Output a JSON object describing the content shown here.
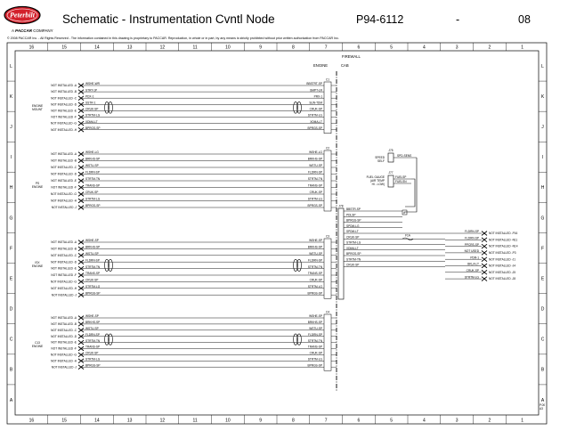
{
  "header": {
    "brand": "Peterbilt",
    "parent_brand_prefix": "A",
    "parent_brand": "PACCAR",
    "parent_brand_suffix": "COMPANY",
    "title": "Schematic - Instrumentation Cvntl Node",
    "part_number": "P94-6112",
    "dash": "-",
    "revision": "08",
    "copyright": "© 2008 PACCAR Inc. - All Rights Reserved - The information contained in this drawing is proprietary to PACCAR. Reproduction, in whole or in part, by any means is strictly prohibited without prior written authorization from PACCAR Inc."
  },
  "grid": {
    "columns": [
      "16",
      "15",
      "14",
      "13",
      "12",
      "11",
      "10",
      "9",
      "8",
      "7",
      "6",
      "5",
      "4",
      "3",
      "2",
      "1"
    ],
    "rows": [
      "L",
      "K",
      "J",
      "I",
      "H",
      "G",
      "F",
      "E",
      "D",
      "C",
      "B",
      "A"
    ],
    "corner_note": [
      "P.00",
      "A3"
    ]
  },
  "labels": {
    "firewall": "FIREWALL",
    "engine": "ENGINE",
    "cab": "CAB"
  },
  "groups": [
    {
      "id": "g1",
      "label_lines": [
        "ENGINE",
        "MOUNT"
      ],
      "connector": "C1",
      "pins": 8,
      "tags": [
        "NOT INSTALLED -A",
        "NOT INSTALLED -B",
        "NOT INSTALLED -C",
        "NOT INSTALLED -D",
        "NOT INSTALLED -E",
        "NOT INSTALLED -F",
        "NOT INSTALLED -G",
        "NOT INSTALLED -H"
      ],
      "wires": [
        "WSHE-WR",
        "STRT-1P",
        "PDX-1",
        "SSTR-1",
        "CRUK-SP",
        "STRTM-LG",
        "XDMA-LT",
        "BPRGS-SP"
      ],
      "right_wires": [
        "BBSTRT-SP",
        "SMPT-LR",
        "PRX-1",
        "SLW-TDM",
        "CRUK-SP",
        "STRTM-LG",
        "XDMA-LT",
        "BPRGS-SP"
      ]
    },
    {
      "id": "g2",
      "label_lines": [
        "PS",
        "ENGINE"
      ],
      "connector": "C2",
      "pins": 9,
      "tags": [
        "NOT INSTALLED -A",
        "NOT INSTALLED -B",
        "NOT INSTALLED -C",
        "NOT INSTALLED -D",
        "NOT INSTALLED -E",
        "NOT INSTALLED -F",
        "NOT INSTALLED -G",
        "NOT INSTALLED -H",
        "NOT INSTALLED -J"
      ],
      "wires": [
        "WSHE-LG",
        "BRKHS-SP",
        "WSTU-SP",
        "FLDRN-SP",
        "STRTM-TN",
        "TRANS-SP",
        "CRUK-SP",
        "STRTM-LG",
        "BPRGS-SP"
      ],
      "right_wires": [
        "WSHE-LG",
        "BRKHS-SP",
        "WSTU-SP",
        "FLDRN-SP",
        "STRTM-TN",
        "TRANS-SP",
        "CRUK-SP",
        "STRTM-LG",
        "BPRGS-SP"
      ]
    },
    {
      "id": "g3",
      "label_lines": [
        "ISX",
        "ENGINE"
      ],
      "connector": "C3",
      "pins": 9,
      "tags": [
        "NOT INSTALLED -A",
        "NOT INSTALLED -B",
        "NOT INSTALLED -C",
        "NOT INSTALLED -D",
        "NOT INSTALLED -E",
        "NOT INSTALLED -F",
        "NOT INSTALLED -G",
        "NOT INSTALLED -H",
        "NOT INSTALLED -J"
      ],
      "wires": [
        "WSHE-SP",
        "BRKHS-SP",
        "WSTU-SP",
        "FLDRN-SP",
        "STRTM-TN",
        "TRANS-SP",
        "CRUK-SP",
        "STRTM-LG",
        "BPRGS-SP"
      ],
      "right_wires": [
        "WSHE-SP",
        "BRKHS-SP",
        "WSTU-SP",
        "FLDRN-SP",
        "STRTM-TN",
        "TRANS-SP",
        "CRUK-SP",
        "STRTM-LG",
        "BPRGS-SP"
      ]
    },
    {
      "id": "g4",
      "label_lines": [
        "C13",
        "ENGINE"
      ],
      "connector": "C4",
      "pins": 9,
      "tags": [
        "NOT INSTALLED -A",
        "NOT INSTALLED -B",
        "NOT INSTALLED -C",
        "NOT INSTALLED -D",
        "NOT INSTALLED -E",
        "NOT INSTALLED -F",
        "NOT INSTALLED -G",
        "NOT INSTALLED -H",
        "NOT INSTALLED -J"
      ],
      "wires": [
        "WSHE-SP",
        "BRKHS-SP",
        "WSTU-SP",
        "FLDRN-SP",
        "STRTM-TN",
        "TRANS-SP",
        "CRUK-SP",
        "STRTM-LG",
        "BPRGS-SP"
      ],
      "right_wires": [
        "WSHE-SP",
        "BRKHS-SP",
        "WSTU-SP",
        "FLDRN-SP",
        "STRTM-TN",
        "TRANS-SP",
        "CRUK-SP",
        "STRTM-LG",
        "BPRGS-SP"
      ]
    }
  ],
  "components": {
    "sensor1": {
      "ref": "J75",
      "lines": [
        "SPEED",
        "SELF"
      ],
      "wire": "SPD-SENS"
    },
    "sensor2": {
      "ref": "J77",
      "lines": [
        "FUEL GAUGE",
        "(AIR TEMP",
        "HI - LOW)"
      ],
      "wires": [
        "FUELSP",
        "FUELSN"
      ]
    },
    "node": {
      "ref": "J78",
      "pins": 16,
      "wires": [
        "BBSTR-SP",
        "PDLSP",
        "BPRGS-SP",
        "SPDM-LG",
        "SPDM-LT",
        "CRUK-SP",
        "STRTM-LG",
        "XDMA-LT",
        "BPRGS-SP",
        "STRTM-TN",
        "CRUK-SP"
      ],
      "fuse": "F1A",
      "outputs": [
        "NOT INSTALLED -P16",
        "NOT INSTALLED -N11",
        "NOT INSTALLED -N14",
        "NOT INSTALLED -P3",
        "NOT INSTALLED -J1",
        "NOT INSTALLED -J4",
        "NOT INSTALLED -J5",
        "NOT INSTALLED -J8"
      ],
      "output_wires": [
        "FLDRN-SP",
        "FLDRN-SP",
        "PPCRS-SP",
        "NOT USED",
        "PDR-1",
        "BKLA-LT",
        "CRUK-SP",
        "STRTM-LG"
      ]
    }
  },
  "colors": {
    "line": "#000000",
    "red": "#d3202b"
  }
}
